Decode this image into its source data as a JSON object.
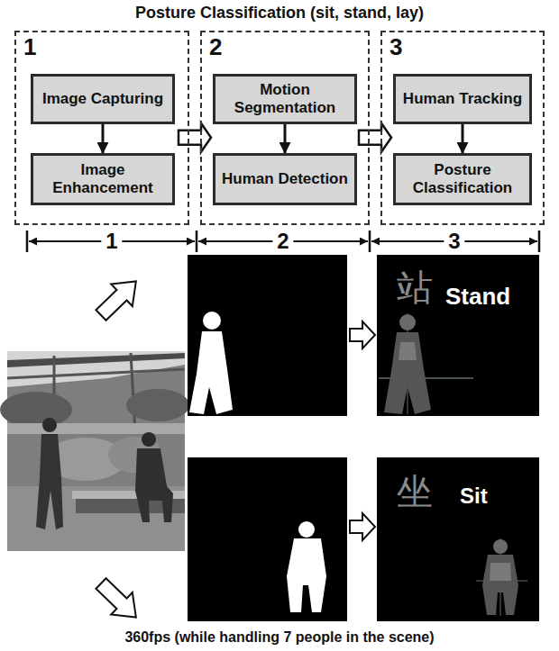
{
  "diagram": {
    "title": "Posture Classification (sit, stand, lay)",
    "caption": "360fps (while handling 7 people in the scene)",
    "nodes": [
      {
        "text": [
          "1"
        ]
      },
      {
        "text": [
          "Image Capturing"
        ],
        "in": 0
      },
      {
        "text": [
          "Image Enhancement"
        ],
        "in": 0
      },
      {
        "text": [
          "2"
        ]
      },
      {
        "text": [
          "Motion Segmentation"
        ],
        "in": 3
      },
      {
        "text": [
          "Human Detection"
        ],
        "in": 3
      },
      {
        "text": [
          "3"
        ]
      },
      {
        "text": [
          "Human Tracking"
        ],
        "in": 6
      },
      {
        "text": [
          "Posture Classification"
        ],
        "in": 6
      },
      {
        "text": [
          "站",
          "Stand"
        ]
      },
      {
        "text": [
          "坐",
          "Sit"
        ]
      }
    ],
    "edges": [
      {
        "from": 0,
        "to": 3,
        "arrow": "to"
      },
      {
        "from": 3,
        "to": 6,
        "arrow": "to"
      },
      {
        "from": 1,
        "to": 2,
        "arrow": "to"
      },
      {
        "from": 4,
        "to": 5,
        "arrow": "to"
      },
      {
        "from": 7,
        "to": 8,
        "arrow": "to"
      }
    ],
    "labels": [
      "1",
      "2",
      "3"
    ]
  }
}
